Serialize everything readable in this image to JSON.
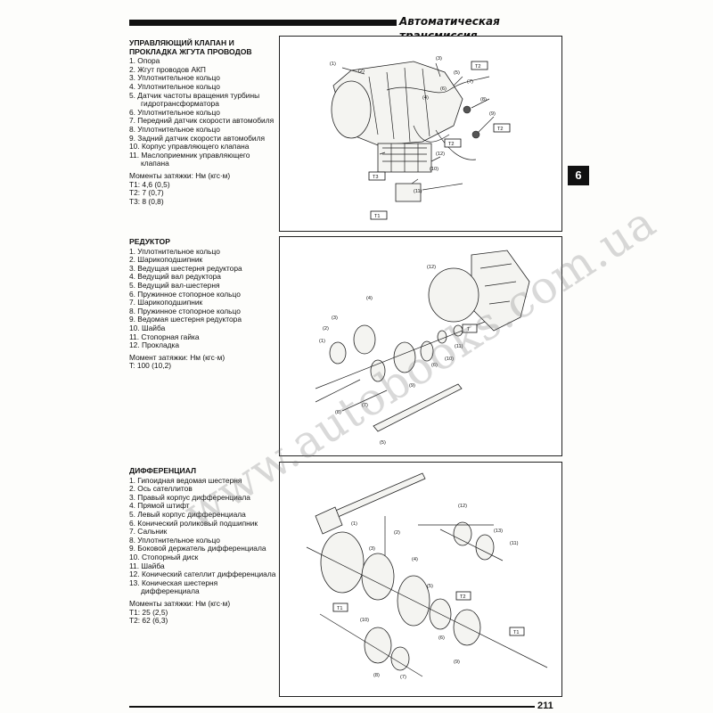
{
  "header": {
    "title": "Автоматическая трансмиссия"
  },
  "chapter_tab": "6",
  "sections": [
    {
      "title": "УПРАВЛЯЮЩИЙ КЛАПАН И ПРОКЛАДКА ЖГУТА ПРОВОДОВ",
      "items": [
        "1. Опора",
        "2. Жгут проводов АКП",
        "3. Уплотнительное кольцо",
        "4. Уплотнительное кольцо",
        "5. Датчик частоты вращения турбины гидротрансформатора",
        "6. Уплотнительное кольцо",
        "7. Передний датчик скорости автомобиля",
        "8. Уплотнительное кольцо",
        "9. Задний датчик скорости автомобиля",
        "10. Корпус управляющего клапана",
        "11. Маслоприемник управляющего клапана"
      ],
      "torque": [
        "Моменты затяжки: Нм (кгс·м)",
        "T1: 4,6 (0,5)",
        "T2: 7 (0,7)",
        "T3: 8 (0,8)"
      ]
    },
    {
      "title": "РЕДУКТОР",
      "items": [
        "1. Уплотнительное кольцо",
        "2. Шарикоподшипник",
        "3. Ведущая шестерня редуктора",
        "4. Ведущий вал редуктора",
        "5. Ведущий вал-шестерня",
        "6. Пружинное стопорное кольцо",
        "7. Шарикоподшипник",
        "8. Пружинное стопорное кольцо",
        "9. Ведомая шестерня редуктора",
        "10. Шайба",
        "11. Стопорная гайка",
        "12. Прокладка"
      ],
      "torque": [
        "Момент затяжки: Нм (кгс·м)",
        "T: 100 (10,2)"
      ]
    },
    {
      "title": "ДИФФЕРЕНЦИАЛ",
      "items": [
        "1. Гипоидная ведомая шестерня",
        "2. Ось сателлитов",
        "3. Правый корпус дифференциала",
        "4. Прямой штифт",
        "5. Левый корпус дифференциала",
        "6. Конический роликовый подшипник",
        "7. Сальник",
        "8. Уплотнительное кольцо",
        "9. Боковой держатель дифференциала",
        "10. Стопорный диск",
        "11. Шайба",
        "12. Конический сателлит дифференциала",
        "13. Коническая шестерня дифференциала"
      ],
      "torque": [
        "Моменты затяжки: Нм (кгс·м)",
        "T1: 25 (2,5)",
        "T2: 62 (6,3)"
      ]
    }
  ],
  "diagram_labels": {
    "d1": [
      "(1)",
      "(2)",
      "(3)",
      "(4)",
      "(5)",
      "(6)",
      "(7)",
      "(8)",
      "(9)",
      "(10)",
      "(11)",
      "(12)",
      "T1",
      "T2",
      "T2",
      "T2",
      "T3"
    ],
    "d2": [
      "(1)",
      "(2)",
      "(3)",
      "(4)",
      "(5)",
      "(6)",
      "(7)",
      "(8)",
      "(9)",
      "(10)",
      "(11)",
      "(12)",
      "T"
    ],
    "d3": [
      "(1)",
      "(2)",
      "(3)",
      "(4)",
      "(5)",
      "(6)",
      "(7)",
      "(8)",
      "(9)",
      "(10)",
      "(11)",
      "(12)",
      "(13)",
      "T1",
      "T1",
      "T2"
    ]
  },
  "watermark": "www.autobooks.com.ua",
  "page_number": "211"
}
